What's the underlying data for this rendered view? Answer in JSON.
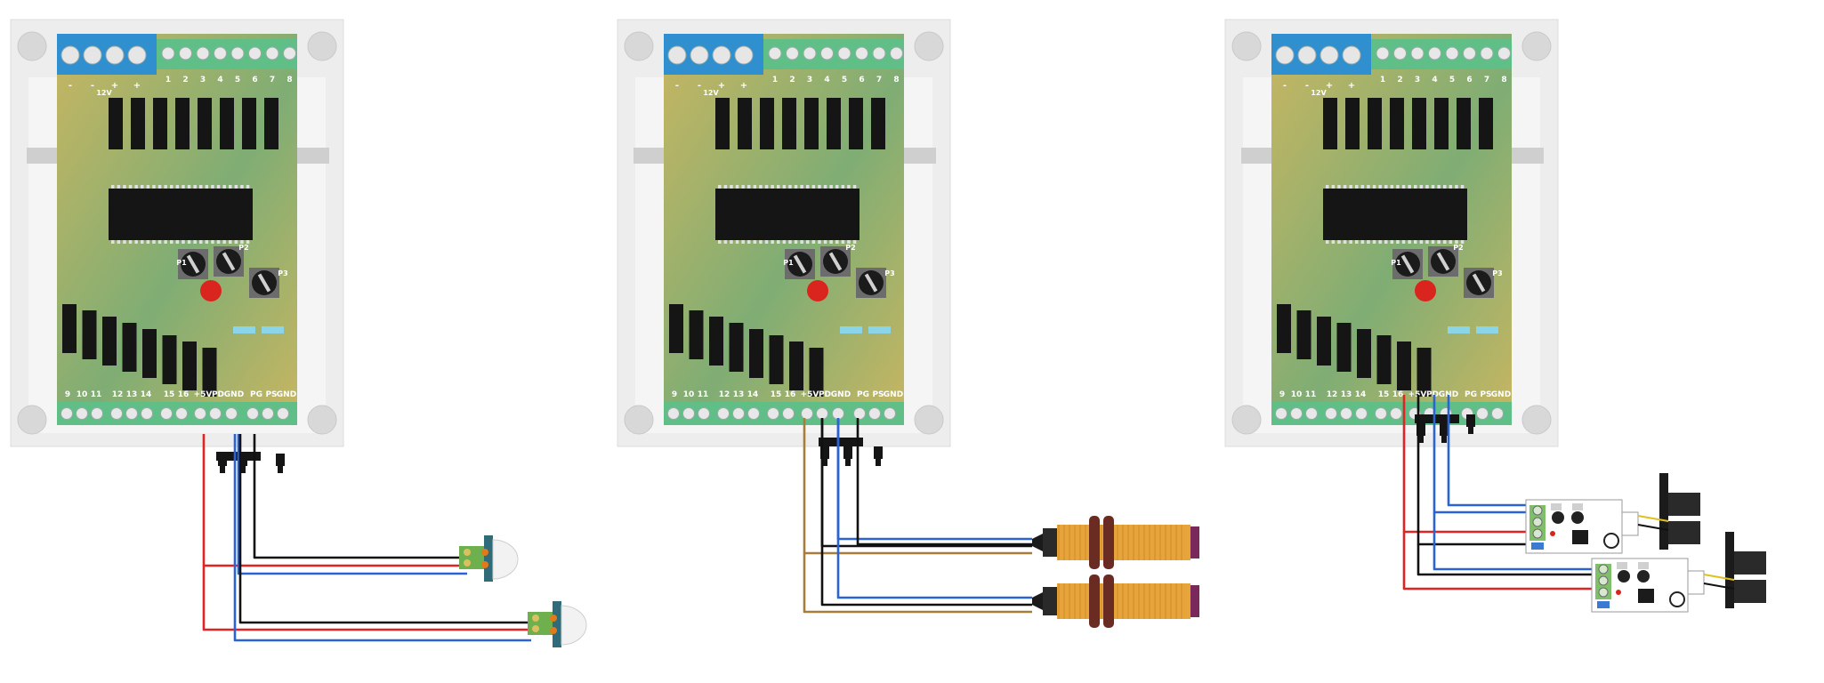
{
  "colors": {
    "pcb_light": "#c8b661",
    "pcb_green": "#7fad74",
    "terminal_blue": "#2f8fcf",
    "terminal_green": "#5fbf86",
    "wire_red": "#e02424",
    "wire_black": "#111111",
    "wire_blue": "#2a63d6",
    "wire_brown": "#a77d3a",
    "sensor_body": "#e7a43a",
    "sensor_nut": "#6a2b22",
    "indicator_cyan": "#8ad6e8",
    "led_red": "#d9251e"
  },
  "boards": [
    {
      "id": "board-pir",
      "power_label": "12V",
      "power_signs": [
        "-",
        "-",
        "+",
        "+"
      ],
      "top_terminals": [
        "1",
        "2",
        "3",
        "4",
        "5",
        "6",
        "7",
        "8"
      ],
      "bottom_terminals": [
        "9",
        "10",
        "11",
        "12",
        "13",
        "14",
        "15",
        "16",
        "+5V",
        "PD",
        "GND",
        "PG",
        "PS",
        "GND"
      ],
      "pots": [
        "P1",
        "P2",
        "P3"
      ],
      "sensor_type": "pir"
    },
    {
      "id": "board-photo",
      "power_label": "12V",
      "power_signs": [
        "-",
        "-",
        "+",
        "+"
      ],
      "top_terminals": [
        "1",
        "2",
        "3",
        "4",
        "5",
        "6",
        "7",
        "8"
      ],
      "bottom_terminals": [
        "9",
        "10",
        "11",
        "12",
        "13",
        "14",
        "15",
        "16",
        "+5V",
        "PD",
        "GND",
        "PG",
        "PS",
        "GND"
      ],
      "pots": [
        "P1",
        "P2",
        "P3"
      ],
      "sensor_type": "photoelectric"
    },
    {
      "id": "board-ir",
      "power_label": "12V",
      "power_signs": [
        "-",
        "-",
        "+",
        "+"
      ],
      "top_terminals": [
        "1",
        "2",
        "3",
        "4",
        "5",
        "6",
        "7",
        "8"
      ],
      "bottom_terminals": [
        "9",
        "10",
        "11",
        "12",
        "13",
        "14",
        "15",
        "16",
        "+5V",
        "PD",
        "GND",
        "PG",
        "PS",
        "GND"
      ],
      "pots": [
        "P1",
        "P2",
        "P3"
      ],
      "sensor_type": "ir-module"
    }
  ]
}
